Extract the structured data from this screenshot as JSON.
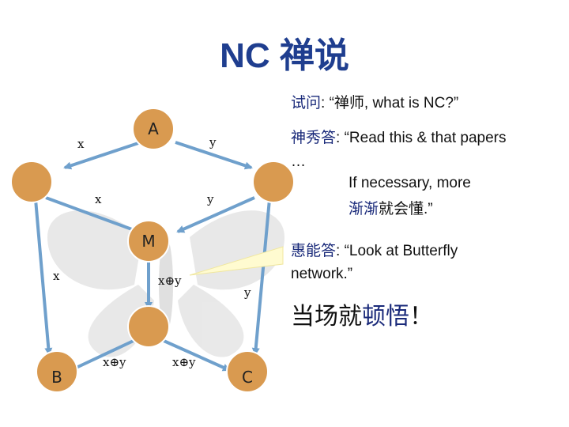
{
  "title": "NC 禅说",
  "nodes": {
    "A": "A",
    "M": "M",
    "B": "B",
    "C": "C"
  },
  "edge_labels": {
    "a_left": "x",
    "a_right": "y",
    "mid_left": "x",
    "mid_right": "y",
    "left_down": "x",
    "xy_center": "x⊕y",
    "right_down": "y",
    "xy_b": "x⊕y",
    "xy_c": "x⊕y"
  },
  "q": {
    "speaker": "试问",
    "sep": ": ",
    "text": "“禅师, what is NC?”"
  },
  "shen": {
    "speaker": "神秀答",
    "sep": ": ",
    "line1": "“Read this & that papers",
    "line2": "…",
    "line3": "If necessary, more",
    "line4_a": "渐渐",
    "line4_b": "就会懂.”"
  },
  "hui": {
    "speaker": "惠能答",
    "sep": ": ",
    "line1": "“Look at Butterfly",
    "line2": "network.”"
  },
  "final": {
    "a": "当场就",
    "b": "顿悟",
    "c": "！"
  },
  "colors": {
    "node": "#d99a50",
    "arrow": "#6fa0cc",
    "title": "#1f3e8f",
    "speaker": "#1a2a7a"
  }
}
